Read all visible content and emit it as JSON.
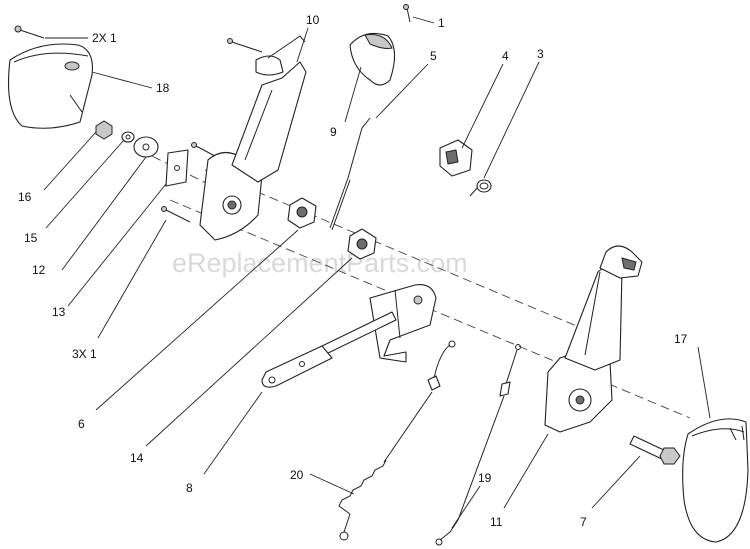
{
  "watermark": "eReplacementParts.com",
  "callouts": {
    "c1": "1",
    "c2x1": "2X 1",
    "c3": "3",
    "c3x1": "3X 1",
    "c4": "4",
    "c5": "5",
    "c6": "6",
    "c7": "7",
    "c8": "8",
    "c9": "9",
    "c10": "10",
    "c11": "11",
    "c12": "12",
    "c13": "13",
    "c14": "14",
    "c15": "15",
    "c16": "16",
    "c17": "17",
    "c18": "18",
    "c19": "19",
    "c20": "20"
  }
}
